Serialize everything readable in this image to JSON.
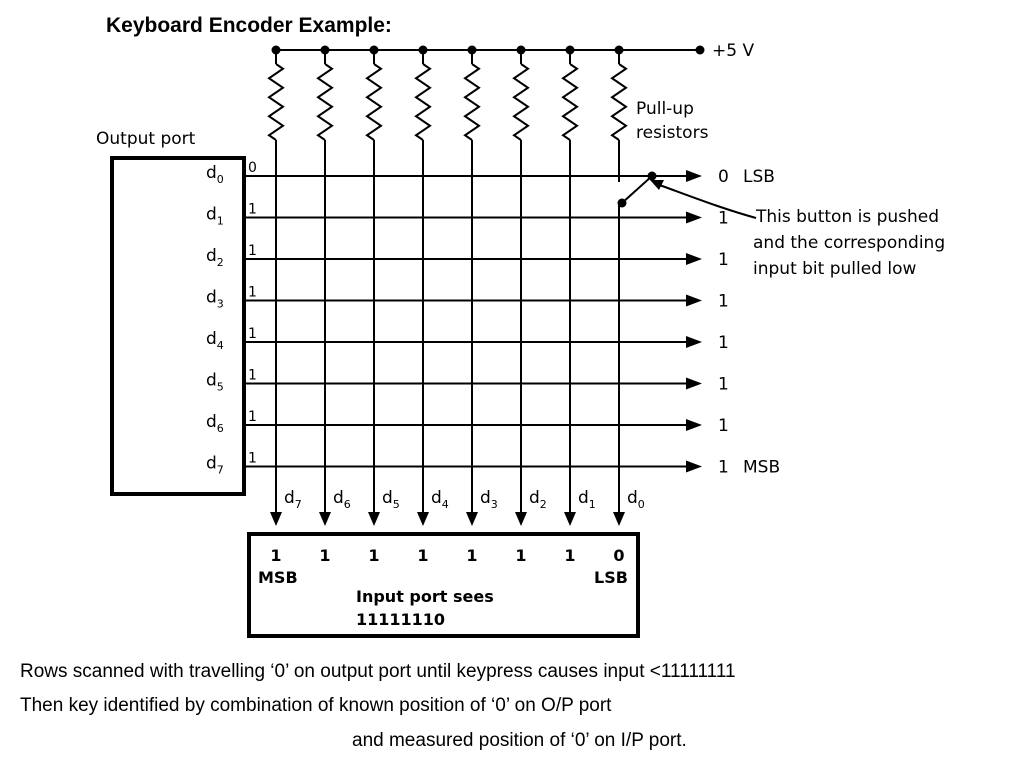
{
  "title": "Keyboard Encoder Example:",
  "supply_label": "+5 V",
  "pullup_label_line1": "Pull-up",
  "pullup_label_line2": "resistors",
  "output_port_label": "Output port",
  "output_rows": [
    {
      "name": "d",
      "sub": "0",
      "bit": "0",
      "result": "0",
      "end_label": "LSB"
    },
    {
      "name": "d",
      "sub": "1",
      "bit": "1",
      "result": "1",
      "end_label": ""
    },
    {
      "name": "d",
      "sub": "2",
      "bit": "1",
      "result": "1",
      "end_label": ""
    },
    {
      "name": "d",
      "sub": "3",
      "bit": "1",
      "result": "1",
      "end_label": ""
    },
    {
      "name": "d",
      "sub": "4",
      "bit": "1",
      "result": "1",
      "end_label": ""
    },
    {
      "name": "d",
      "sub": "5",
      "bit": "1",
      "result": "1",
      "end_label": ""
    },
    {
      "name": "d",
      "sub": "6",
      "bit": "1",
      "result": "1",
      "end_label": ""
    },
    {
      "name": "d",
      "sub": "7",
      "bit": "1",
      "result": "1",
      "end_label": "MSB"
    }
  ],
  "input_columns": [
    {
      "name": "d",
      "sub": "7",
      "bit": "1"
    },
    {
      "name": "d",
      "sub": "6",
      "bit": "1"
    },
    {
      "name": "d",
      "sub": "5",
      "bit": "1"
    },
    {
      "name": "d",
      "sub": "4",
      "bit": "1"
    },
    {
      "name": "d",
      "sub": "3",
      "bit": "1"
    },
    {
      "name": "d",
      "sub": "2",
      "bit": "1"
    },
    {
      "name": "d",
      "sub": "1",
      "bit": "1"
    },
    {
      "name": "d",
      "sub": "0",
      "bit": "0"
    }
  ],
  "annotation_line1": "This button is pushed",
  "annotation_line2": "and the corresponding",
  "annotation_line3": "input bit pulled low",
  "input_port_msb": "MSB",
  "input_port_lsb": "LSB",
  "input_port_sees": "Input port sees",
  "input_port_value": "11111110",
  "caption_line1": "Rows scanned with travelling ‘0’ on output port until keypress causes input <11111111",
  "caption_line2": "Then key identified by combination of known position of ‘0’ on O/P port",
  "caption_line3": "and measured position of ‘0’ on I/P port."
}
